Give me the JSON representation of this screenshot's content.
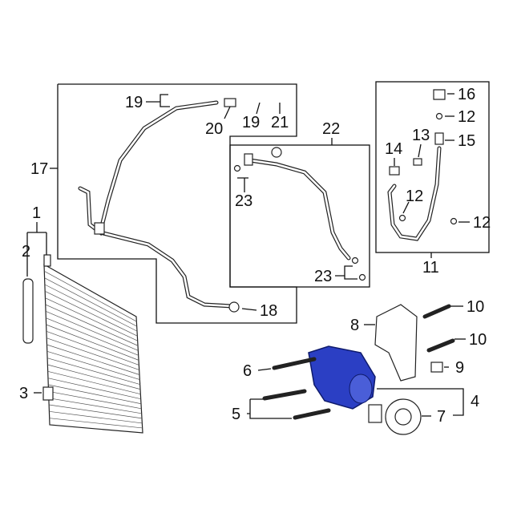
{
  "title": "A/C system components parts diagram",
  "accent_color": "#2b3fc4",
  "callouts": {
    "c1": "1",
    "c2": "2",
    "c3": "3",
    "c4": "4",
    "c5": "5",
    "c6": "6",
    "c7": "7",
    "c8": "8",
    "c9": "9",
    "c10a": "10",
    "c10b": "10",
    "c11": "11",
    "c12a": "12",
    "c12b": "12",
    "c12c": "12",
    "c13": "13",
    "c14": "14",
    "c15": "15",
    "c16": "16",
    "c17": "17",
    "c18": "18",
    "c19a": "19",
    "c19b": "19",
    "c20": "20",
    "c21": "21",
    "c22": "22",
    "c23a": "23",
    "c23b": "23"
  }
}
